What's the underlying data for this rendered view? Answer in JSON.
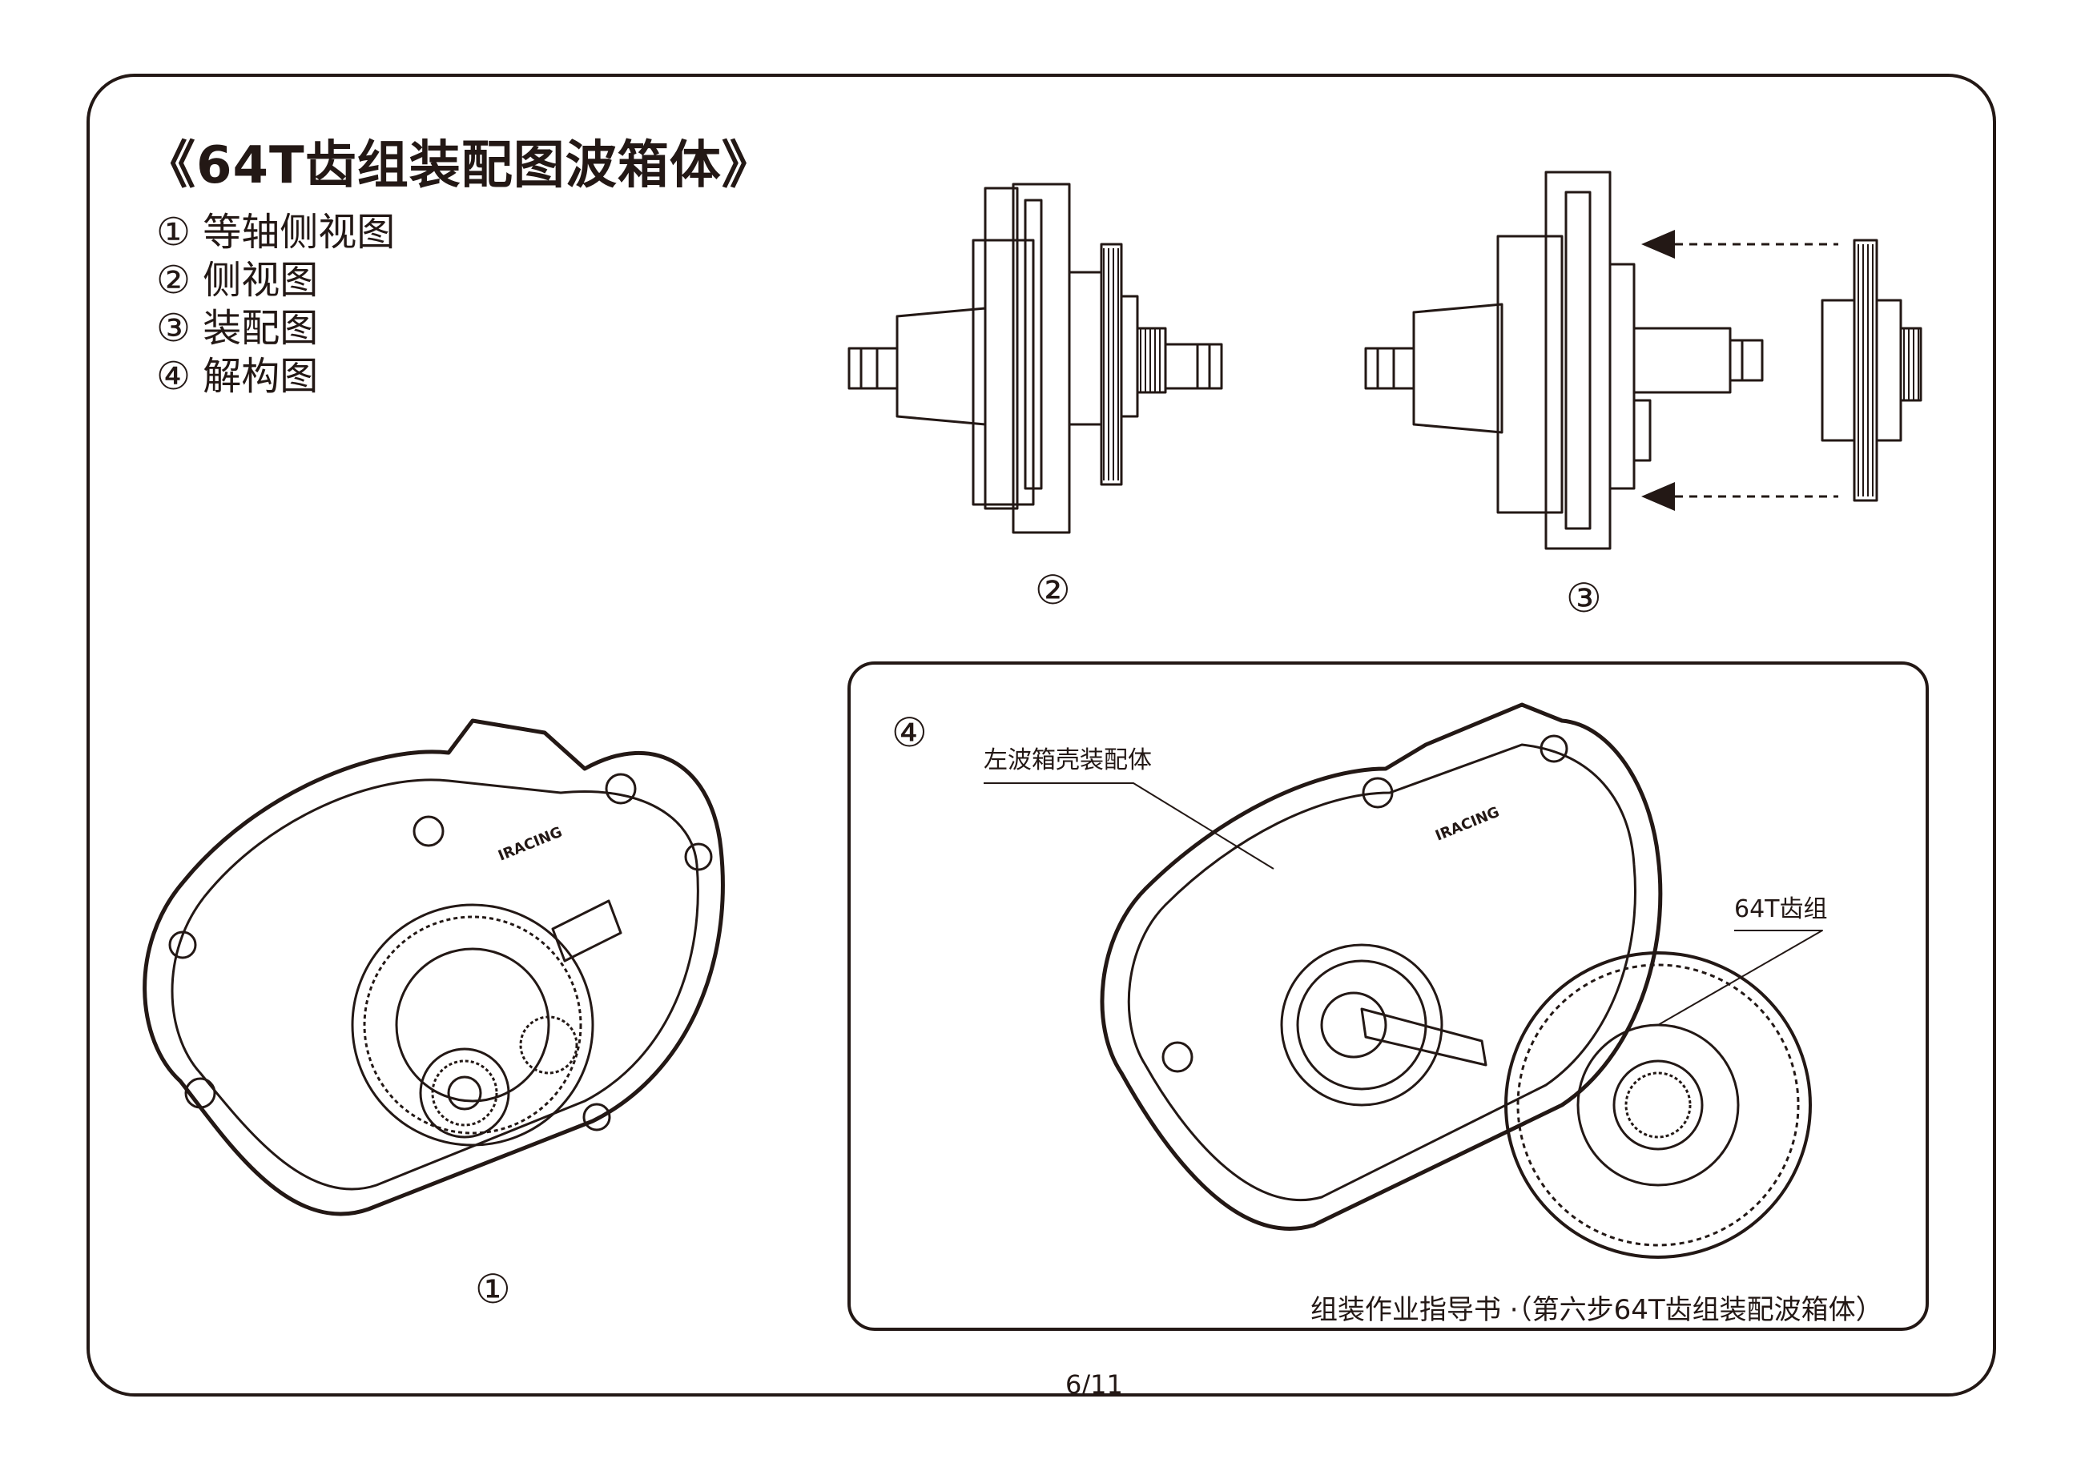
{
  "title": "《64T齿组装配图波箱体》",
  "legend": [
    "① 等轴侧视图",
    "② 侧视图",
    "③ 装配图",
    "④ 解构图"
  ],
  "figure_labels": {
    "fig1": "①",
    "fig2": "②",
    "fig3": "③",
    "fig4": "④"
  },
  "callouts": {
    "left_housing": "左波箱壳装配体",
    "gear_64t": "64T齿组"
  },
  "gear_logo": "IRACING",
  "footer_note": "组装作业指导书 ·（第六步64T齿组装配波箱体）",
  "page_number": "6/11"
}
